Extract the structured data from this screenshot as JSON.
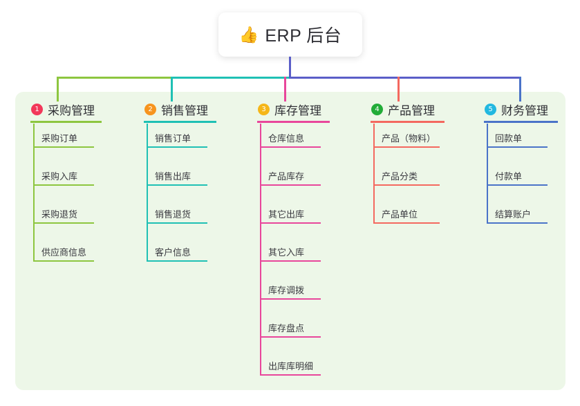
{
  "diagram": {
    "type": "mind-map",
    "root": {
      "icon": "thumbs-up-icon",
      "emoji": "👍",
      "label": "ERP 后台"
    },
    "panel_background": "#edf7e8",
    "branches": [
      {
        "number": "1",
        "label": "采购管理",
        "badge_color": "#f2385a",
        "line_color": "#8dc63f",
        "trunk_color": "#8dc63f",
        "items": [
          "采购订单",
          "采购入库",
          "采购退货",
          "供应商信息"
        ]
      },
      {
        "number": "2",
        "label": "销售管理",
        "badge_color": "#f7941e",
        "line_color": "#1fc0b4",
        "trunk_color": "#1fc0b4",
        "items": [
          "销售订单",
          "销售出库",
          "销售退货",
          "客户信息"
        ]
      },
      {
        "number": "3",
        "label": "库存管理",
        "badge_color": "#f5b619",
        "line_color": "#e8469b",
        "trunk_color": "#5a5ec8",
        "items": [
          "仓库信息",
          "产品库存",
          "其它出库",
          "其它入库",
          "库存调拨",
          "库存盘点",
          "出库库明细"
        ]
      },
      {
        "number": "4",
        "label": "产品管理",
        "badge_color": "#22ac38",
        "line_color": "#f4685f",
        "trunk_color": "#5a5ec8",
        "items": [
          "产品（物料）",
          "产品分类",
          "产品单位"
        ]
      },
      {
        "number": "5",
        "label": "财务管理",
        "badge_color": "#22b8e0",
        "line_color": "#4a73c8",
        "trunk_color": "#5a5ec8",
        "items": [
          "回款单",
          "付款单",
          "结算账户"
        ]
      }
    ]
  }
}
